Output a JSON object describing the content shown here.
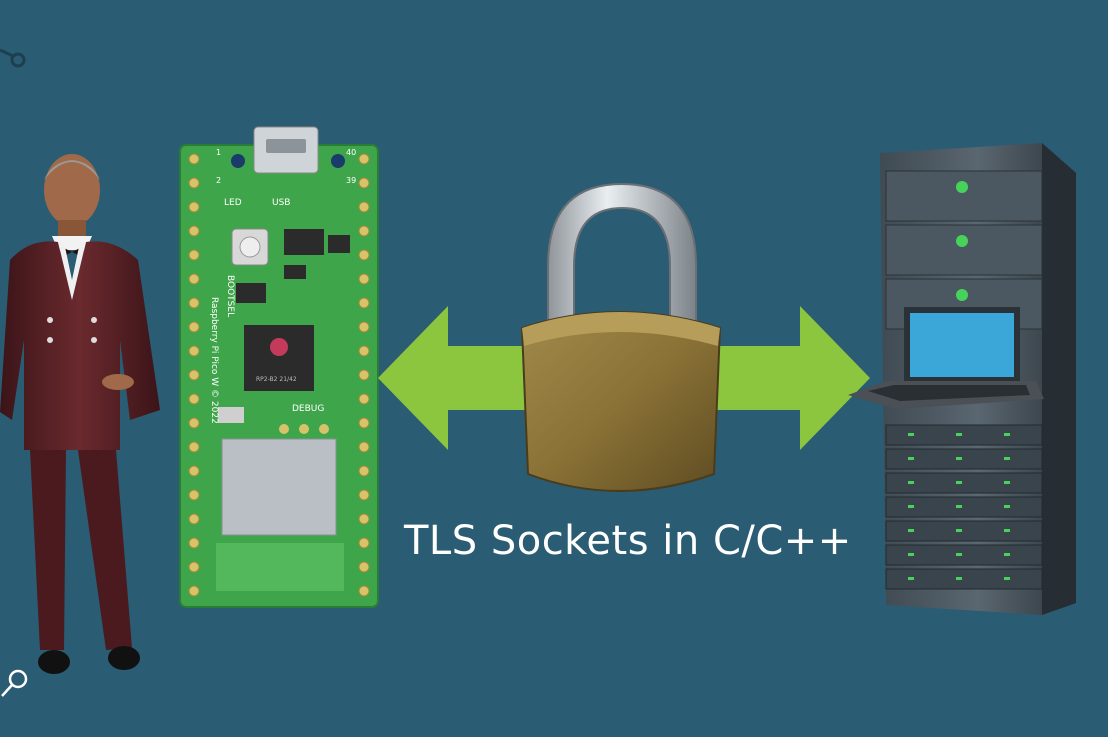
{
  "slide": {
    "caption": "TLS Sockets in C/C++",
    "background_color": "#2a5c74",
    "arrow_color": "#8cc63f"
  },
  "board": {
    "led_label": "LED",
    "usb_label": "USB",
    "bootsel_label": "BOOTSEL",
    "debug_label": "DEBUG",
    "side_label": "Raspberry Pi Pico W © 2022",
    "chip_label": "RP2-B2 21/42",
    "pin_1": "1",
    "pin_2": "2",
    "pin_39": "39",
    "pin_40": "40"
  },
  "icons": {
    "lock": "padlock-icon",
    "arrows": "double-arrow-icon",
    "server": "server-rack-icon",
    "presenter": "presenter-avatar"
  }
}
